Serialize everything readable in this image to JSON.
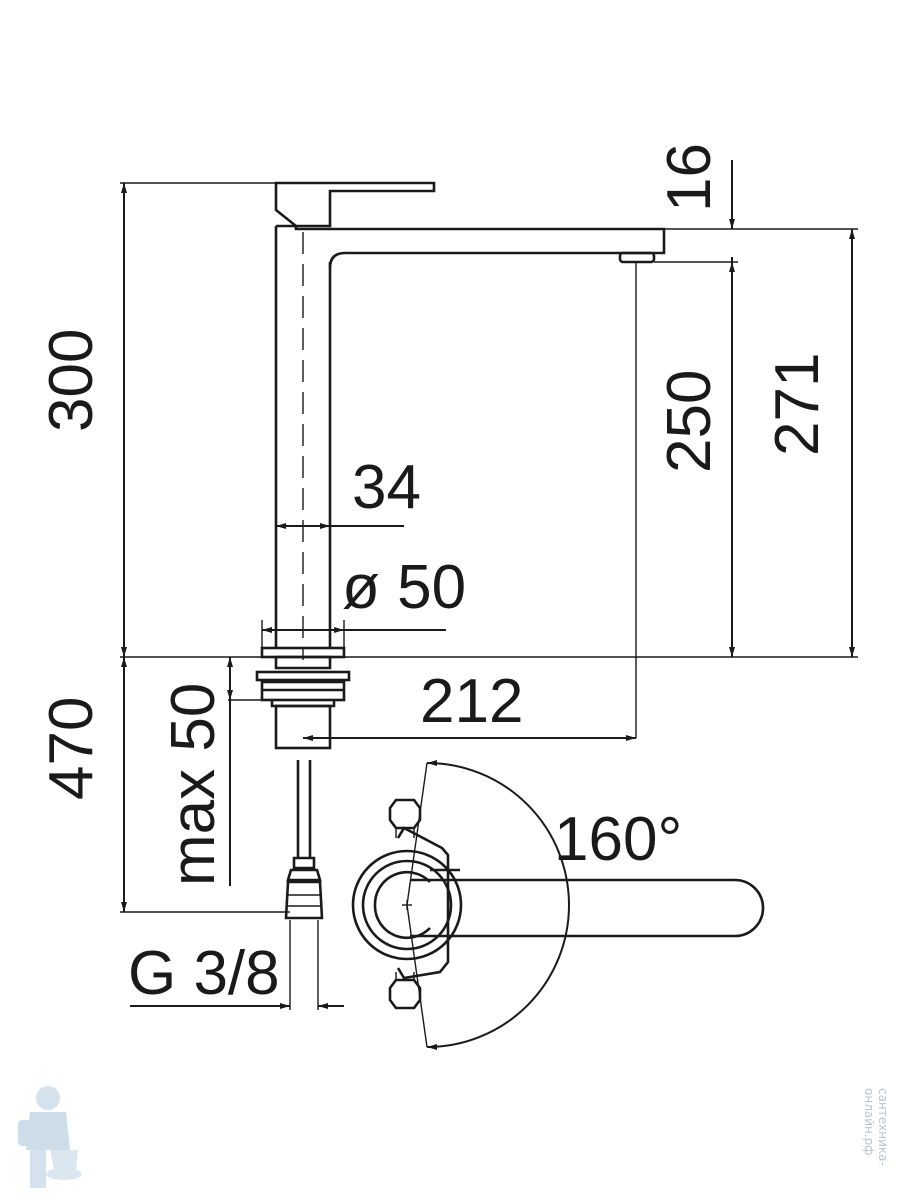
{
  "dimensions": {
    "height_total": "300",
    "below_deck": "470",
    "spout_height": "250",
    "spout_overall": "271",
    "handle_height": "16",
    "body_width": "34",
    "base_diameter": "ø 50",
    "reach": "212",
    "max_deck_thickness": "max 50",
    "connection": "G 3/8",
    "rotation": "160°"
  },
  "watermark": {
    "text": "сантехника-онлайн.рф",
    "logo_icon": "plumber-mascot-icon"
  }
}
